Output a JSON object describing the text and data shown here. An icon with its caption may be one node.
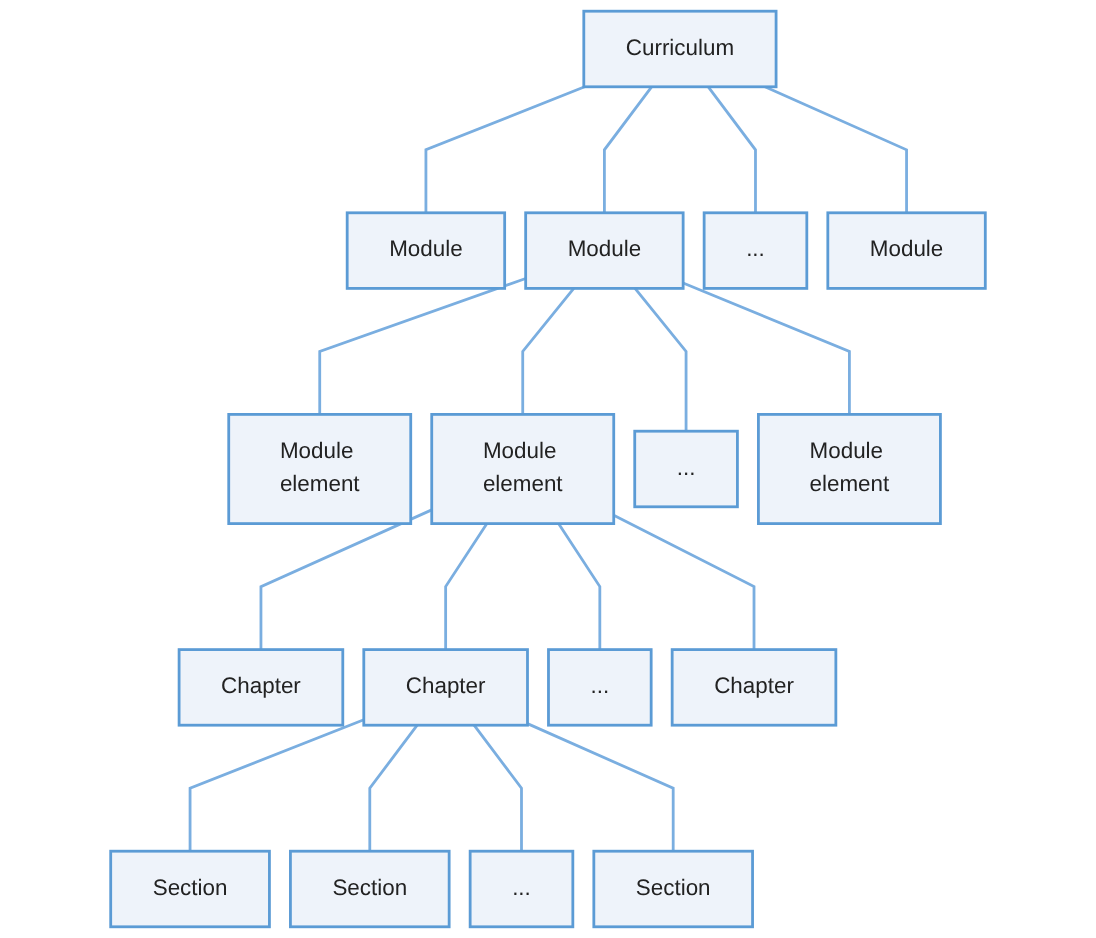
{
  "diagram": {
    "nodes": [
      {
        "text": [
          "Curriculum"
        ]
      },
      {
        "text": [
          "Module"
        ]
      },
      {
        "text": [
          "Module"
        ]
      },
      {
        "text": [
          "..."
        ]
      },
      {
        "text": [
          "Module"
        ]
      },
      {
        "text": [
          "Module element"
        ]
      },
      {
        "text": [
          "Module element"
        ]
      },
      {
        "text": [
          "..."
        ]
      },
      {
        "text": [
          "Module element"
        ]
      },
      {
        "text": [
          "Chapter"
        ]
      },
      {
        "text": [
          "Chapter"
        ]
      },
      {
        "text": [
          "..."
        ]
      },
      {
        "text": [
          "Chapter"
        ]
      },
      {
        "text": [
          "Section"
        ]
      },
      {
        "text": [
          "Section"
        ]
      },
      {
        "text": [
          "..."
        ]
      },
      {
        "text": [
          "Section"
        ]
      }
    ],
    "edges": [
      {
        "from": 0,
        "to": 1,
        "arrow": "none"
      },
      {
        "from": 0,
        "to": 2,
        "arrow": "none"
      },
      {
        "from": 0,
        "to": 3,
        "arrow": "none"
      },
      {
        "from": 0,
        "to": 4,
        "arrow": "none"
      },
      {
        "from": 2,
        "to": 5,
        "arrow": "none"
      },
      {
        "from": 2,
        "to": 6,
        "arrow": "none"
      },
      {
        "from": 2,
        "to": 7,
        "arrow": "none"
      },
      {
        "from": 2,
        "to": 8,
        "arrow": "none"
      },
      {
        "from": 6,
        "to": 9,
        "arrow": "none"
      },
      {
        "from": 6,
        "to": 10,
        "arrow": "none"
      },
      {
        "from": 6,
        "to": 11,
        "arrow": "none"
      },
      {
        "from": 6,
        "to": 12,
        "arrow": "none"
      },
      {
        "from": 10,
        "to": 13,
        "arrow": "none"
      },
      {
        "from": 10,
        "to": 14,
        "arrow": "none"
      },
      {
        "from": 10,
        "to": 15,
        "arrow": "none"
      },
      {
        "from": 10,
        "to": 16,
        "arrow": "none"
      }
    ]
  }
}
